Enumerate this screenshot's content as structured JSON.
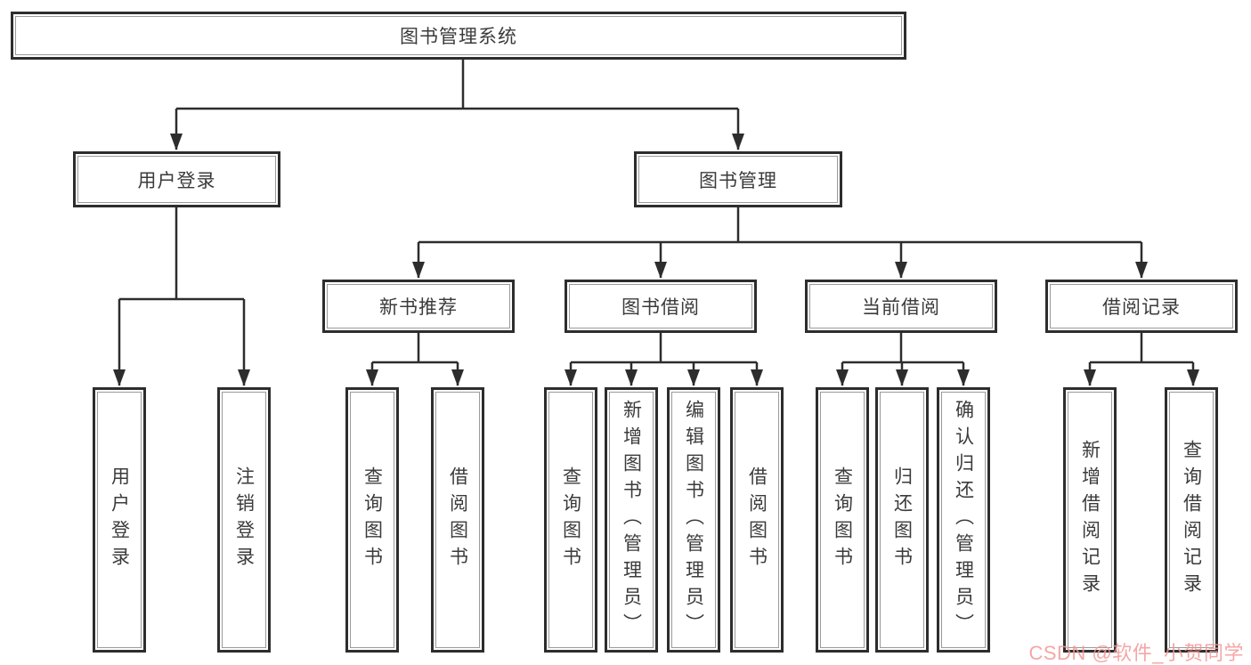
{
  "tree": {
    "root": {
      "label": "图书管理系统",
      "children": [
        {
          "label": "用户登录",
          "children": [
            {
              "label": "用户登录"
            },
            {
              "label": "注销登录"
            }
          ]
        },
        {
          "label": "图书管理",
          "children": [
            {
              "label": "新书推荐",
              "children": [
                {
                  "label": "查询图书"
                },
                {
                  "label": "借阅图书"
                }
              ]
            },
            {
              "label": "图书借阅",
              "children": [
                {
                  "label": "查询图书"
                },
                {
                  "label": "新增图书（管理员）"
                },
                {
                  "label": "编辑图书（管理员）"
                },
                {
                  "label": "借阅图书"
                }
              ]
            },
            {
              "label": "当前借阅",
              "children": [
                {
                  "label": "查询图书"
                },
                {
                  "label": "归还图书"
                },
                {
                  "label": "确认归还（管理员）"
                }
              ]
            },
            {
              "label": "借阅记录",
              "children": [
                {
                  "label": "新增借阅记录"
                },
                {
                  "label": "查询借阅记录"
                }
              ]
            }
          ]
        }
      ]
    }
  },
  "watermark": {
    "text": "CSDN @软件_小贺同学"
  },
  "colors": {
    "line": "#2d2d2d",
    "border": "#2d2d2d",
    "text": "#3b3b3b",
    "background": "#ffffff",
    "watermark": "#f29696"
  }
}
